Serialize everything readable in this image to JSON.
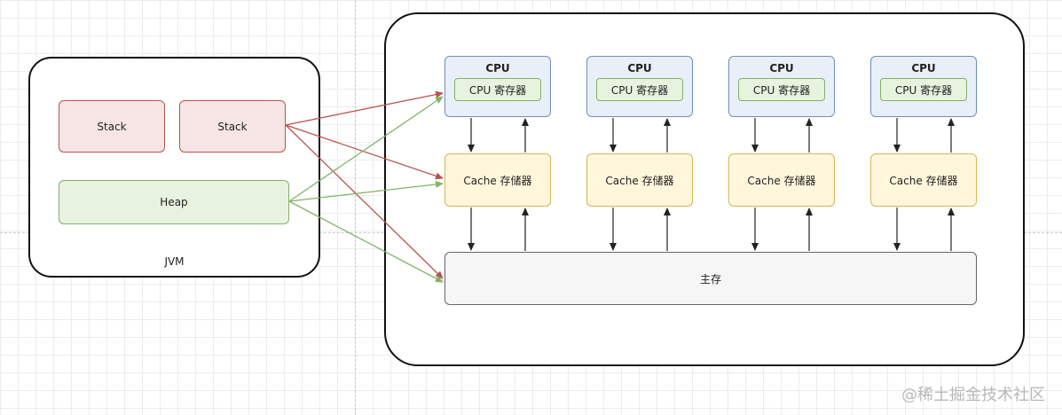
{
  "jvm": {
    "label": "JVM",
    "stack_labels": [
      "Stack",
      "Stack"
    ],
    "heap_label": "Heap"
  },
  "cpus": [
    {
      "title": "CPU",
      "register": "CPU 寄存器",
      "cache": "Cache 存储器"
    },
    {
      "title": "CPU",
      "register": "CPU 寄存器",
      "cache": "Cache 存储器"
    },
    {
      "title": "CPU",
      "register": "CPU 寄存器",
      "cache": "Cache 存储器"
    },
    {
      "title": "CPU",
      "register": "CPU 寄存器",
      "cache": "Cache 存储器"
    }
  ],
  "main_memory": {
    "label": "主存"
  },
  "watermark": "@稀土掘金技术社区",
  "colors": {
    "stack_fill": "#f7e5e5",
    "stack_stroke": "#b85450",
    "heap_fill": "#e7f2df",
    "heap_stroke": "#82b366",
    "cpu_fill": "#e9eff8",
    "cpu_stroke": "#6c8ebf",
    "cache_fill": "#fff6dc",
    "cache_stroke": "#d6b656",
    "memory_fill": "#f6f6f6",
    "memory_stroke": "#666666"
  }
}
